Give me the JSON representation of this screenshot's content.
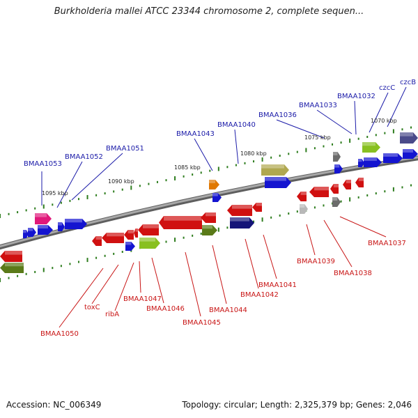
{
  "title": "Burkholderia mallei ATCC 23344 chromosome 2, complete sequen...",
  "footer": {
    "accession": "Accession: NC_006349",
    "info": "Topology: circular; Length: 2,325,379 bp; Genes: 2,046"
  },
  "colors": {
    "forward_label": "#1a1aa8",
    "reverse_label": "#c81414",
    "backbone": "#8a8a8a",
    "tick": "#2e7d1e"
  },
  "tick_labels": [
    "1095 kbp",
    "1090 kbp",
    "1085 kbp",
    "1080 kbp",
    "1075 kbp",
    "1070 kbp"
  ],
  "forward_genes": [
    "BMAA1053",
    "BMAA1052",
    "BMAA1051",
    "BMAA1043",
    "BMAA1040",
    "BMAA1036",
    "BMAA1033",
    "BMAA1032",
    "czcC",
    "czcB"
  ],
  "reverse_genes": [
    "BMAA1050",
    "toxC",
    "ribA",
    "BMAA1047",
    "BMAA1046",
    "BMAA1045",
    "BMAA1044",
    "BMAA1042",
    "BMAA1041",
    "BMAA1039",
    "BMAA1038",
    "BMAA1037"
  ]
}
